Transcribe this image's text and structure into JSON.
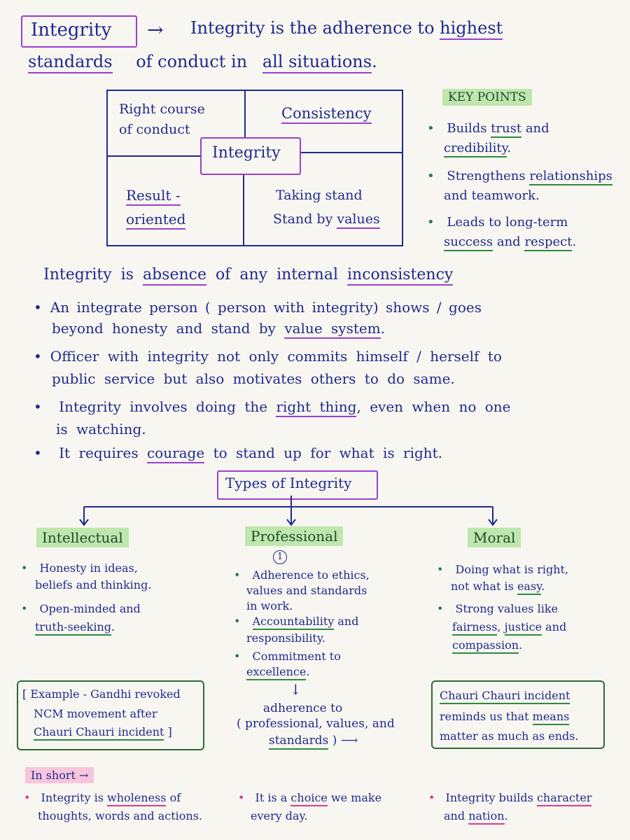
{
  "header": {
    "title_box": "Integrity",
    "arrow": "→",
    "def_1": "Integrity is the adherence to",
    "def_highest": "highest",
    "def_standards": "standards",
    "def_2": "of conduct in",
    "def_all": "all situations",
    "def_end": "."
  },
  "grid": {
    "top_left": [
      "Right course",
      "of conduct"
    ],
    "top_right": "Consistency",
    "center": "Integrity",
    "bottom_left": [
      "Result -",
      "oriented"
    ],
    "bottom_right": [
      "Taking stand",
      "Stand by",
      "values"
    ]
  },
  "key_points": {
    "title": "KEY POINTS",
    "items": [
      [
        "Builds",
        "trust",
        "and",
        "credibility",
        "."
      ],
      [
        "Strengthens",
        "relationships",
        "and teamwork."
      ],
      [
        "Leads to long-term",
        "success",
        "and",
        "respect",
        "."
      ]
    ]
  },
  "absence": {
    "a": "Integrity is",
    "b": "absence",
    "c": "of any internal",
    "d": "inconsistency"
  },
  "bullets": {
    "b1_line1": "An integrate person ( person with integrity) shows / goes",
    "b1_line2_a": "beyond honesty and stand by",
    "b1_line2_b": "value system",
    "b1_line2_c": ".",
    "b2_line1": "Officer with integrity not only commits himself / herself to",
    "b2_line2": "public service but also motivates others to do same.",
    "b3_line1_a": "Integrity involves doing the",
    "b3_line1_b": "right thing",
    "b3_line1_c": ", even when no one",
    "b3_line2": "is watching.",
    "b4_a": "It requires",
    "b4_b": "courage",
    "b4_c": "to stand up for what is right."
  },
  "types": {
    "title": "Types of Integrity",
    "intellectual": {
      "heading": "Intellectual",
      "i1": [
        "Honesty in ideas,",
        "beliefs and thinking."
      ],
      "i2_a": "Open-minded and",
      "i2_b": "truth-seeking",
      "i2_c": "."
    },
    "professional": {
      "heading": "Professional",
      "marker": "1",
      "p1": [
        "Adherence to ethics,",
        "values and standards",
        "in work."
      ],
      "p2_a": "Accountability",
      "p2_b": "and",
      "p2_c": "responsibility.",
      "p3_a": "Commitment to",
      "p3_b": "excellence",
      "p3_c": ".",
      "down_arrow": "↓",
      "adh_1": "adherence to",
      "adh_2": "( professional, values, and",
      "adh_3": "standards",
      "adh_4": ") ⟶"
    },
    "moral": {
      "heading": "Moral",
      "m1_a": "Doing what is right,",
      "m1_b": "not what is",
      "m1_c": "easy",
      "m1_d": ".",
      "m2_a": "Strong values like",
      "m2_b": "fairness",
      "m2_c": ",",
      "m2_d": "justice",
      "m2_e": "and",
      "m2_f": "compassion",
      "m2_g": "."
    }
  },
  "example_box": {
    "line1": "[ Example - Gandhi revoked",
    "line2": "NCM movement after",
    "line3_a": "Chauri Chauri incident",
    "line3_b": "]"
  },
  "chauri_box": {
    "line1": "Chauri Chauri incident",
    "line2_a": "reminds us that",
    "line2_b": "means",
    "line3": "matter as much as ends."
  },
  "in_short": {
    "label": "In short →",
    "s1_a": "Integrity is",
    "s1_b": "wholeness",
    "s1_c": "of",
    "s1_d": "thoughts, words and actions.",
    "s2_a": "It is a",
    "s2_b": "choice",
    "s2_c": "we make",
    "s2_d": "every day.",
    "s3_a": "Integrity builds",
    "s3_b": "character",
    "s3_c": "and",
    "s3_d": "nation",
    "s3_e": "."
  }
}
